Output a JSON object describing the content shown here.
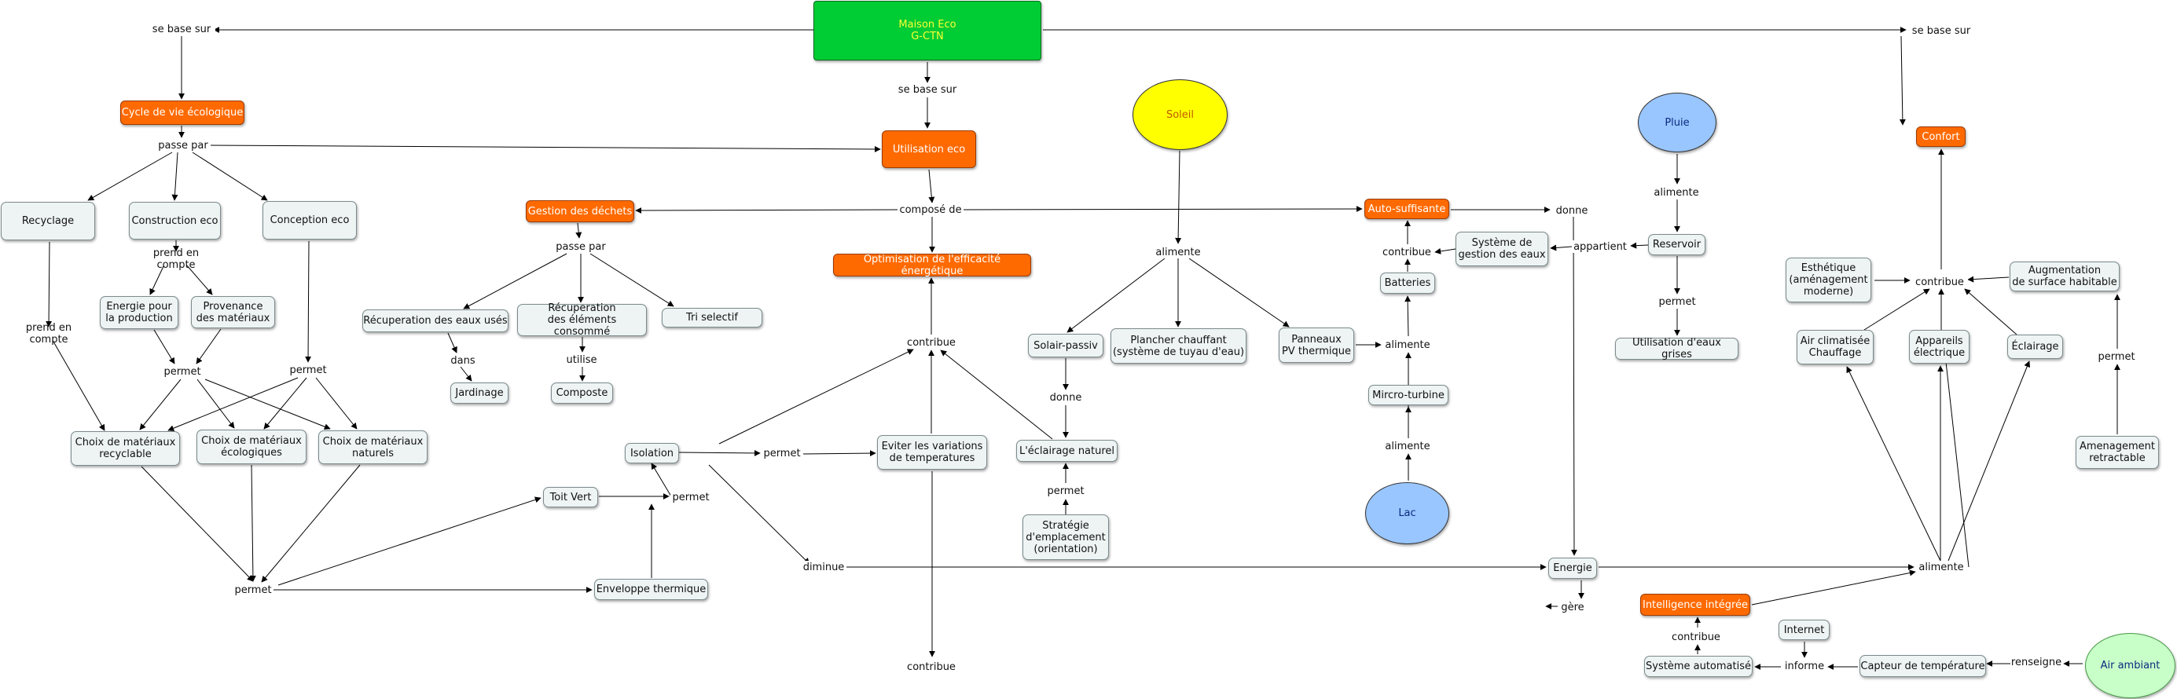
{
  "colors": {
    "box_fill": "#eef4f4",
    "orange": "#ff6a00",
    "green": "#00cc33",
    "yellow": "#ffff00",
    "blue_ellipse": "#99c6ff",
    "light_green_ellipse": "#c8ffc8",
    "edge": "#000000"
  },
  "nodes": {
    "maison_eco": "Maison Eco\nG-CTN",
    "cycle_de_vie": "Cycle de vie écologique",
    "utilisation_eco": "Utilisation eco",
    "confort": "Confort",
    "recyclage": "Recyclage",
    "construction_eco": "Construction eco",
    "conception_eco": "Conception eco",
    "energie_production": "Energie pour\nla production",
    "provenance_materiaux": "Provenance\ndes matériaux",
    "choix_recyclable": "Choix de matériaux\nrecyclable",
    "choix_ecologiques": "Choix de matériaux\nécologiques",
    "choix_naturels": "Choix de matériaux\nnaturels",
    "gestion_dechets": "Gestion des déchets",
    "recup_eaux_uses": "Récuperation des eaux usés",
    "recup_elements": "Récuperation\ndes éléments consommé",
    "tri_selectif": "Tri selectif",
    "jardinage": "Jardinage",
    "composte": "Composte",
    "optimisation": "Optimisation de l'efficacité énergétique",
    "isolation": "Isolation",
    "toit_vert": "Toit Vert",
    "enveloppe": "Enveloppe thermique",
    "eviter_variations": "Eviter les variations\nde temperatures",
    "eclairage_naturel": "L'éclairage naturel",
    "strategie": "Stratégie\nd'emplacement\n(orientation)",
    "soleil": "Soleil",
    "solair_passiv": "Solair-passiv",
    "plancher": "Plancher chauffant\n(système de tuyau d'eau)",
    "panneaux": "Panneaux\nPV thermique",
    "auto_suffisante": "Auto-suffisante",
    "batteries": "Batteries",
    "systeme_eaux": "Système de\ngestion des eaux",
    "micro_turbine": "Mircro-turbine",
    "lac": "Lac",
    "pluie": "Pluie",
    "reservoir": "Reservoir",
    "eaux_grises": "Utilisation d'eaux grises",
    "energie": "Energie",
    "intelligence": "Intelligence intégrée",
    "systeme_auto": "Système automatisé",
    "internet": "Internet",
    "capteur": "Capteur de température",
    "air_ambiant": "Air ambiant",
    "esthetique": "Esthétique\n(aménagement\nmoderne)",
    "augmentation": "Augmentation\nde surface habitable",
    "air_climatisee": "Air climatisée\nChauffage",
    "appareils": "Appareils\nélectrique",
    "eclairage": "Éclairage",
    "amenagement": "Amenagement\nretractable"
  },
  "links": {
    "se_base_sur_left": "se base sur",
    "se_base_sur_mid": "se base sur",
    "se_base_sur_right": "se base sur",
    "passe_par_1": "passe par",
    "passe_par_2": "passe par",
    "prend_en_compte_1": "prend en compte",
    "prend_en_compte_2": "prend en compte",
    "permet_left": "permet",
    "permet_center": "permet",
    "permet_bottom": "permet",
    "compose_de": "composé de",
    "dans": "dans",
    "utilise": "utilise",
    "contribue_opt": "contribue",
    "permet_isolation": "permet",
    "permet_toit": "permet",
    "diminue": "diminue",
    "donne_eclairage": "donne",
    "permet_strategie": "permet",
    "alimente_soleil": "alimente",
    "alimente_batt": "alimente",
    "alimente_lac": "alimente",
    "contribue_auto": "contribue",
    "appartient": "appartient",
    "donne_auto": "donne",
    "alimente_pluie": "alimente",
    "permet_reservoir": "permet",
    "contribue_confort": "contribue",
    "permet_amenagement": "permet",
    "alimente_energie": "alimente",
    "gere": "gère",
    "contribue_intel": "contribue",
    "informe": "informe",
    "renseigne": "renseigne",
    "contribue_bottom": "contribue"
  }
}
